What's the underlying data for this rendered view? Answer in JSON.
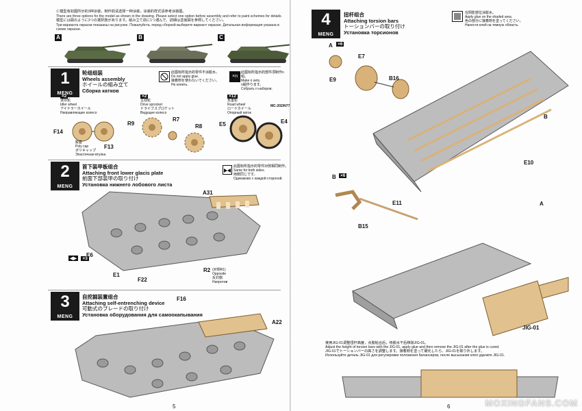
{
  "intro": {
    "cn": "Ⓒ模型有如图所示的3种涂装，制作前请选择一种涂装，涂装的样式请参考涂装图。",
    "en": "There are three options for the model as shown in the drawing. Please select one option before assembly and refer to paint schemes for details.",
    "jp": "模型には図のように3つの選択肢があります。組み立て前に1つ選んで、詳細は塗装図を参照してください。",
    "ru": "Три варианта окраски показаны на рисунке. Пожалуйста, перед сборкой выберите вариант окраски. Детальная информация указана в схеме окраски.",
    "variants": [
      "A",
      "B",
      "C"
    ]
  },
  "steps": {
    "s1": {
      "number": "1",
      "brand": "MENG",
      "cn": "轮组组装",
      "en": "Wheels assembly",
      "jp": "ホイールの組み立て",
      "ru": "Сборка катков",
      "info1": {
        "cn": "此图标所指示的零件不涂胶水。",
        "en": "Do not apply glue.",
        "jp": "接着剤を使わないでください。",
        "ru": "Не клеить."
      },
      "info2": {
        "cn": "此图标所指示的部件须制作n组。",
        "en": "Make n sets.",
        "jp": "n組作ります。",
        "ru": "Собрать n наборов."
      },
      "idler": {
        "qty": "×2",
        "cn": "诱导轮",
        "en": "Idler wheel",
        "jp": "アイドラーホイール",
        "ru": "Направляющее колесо"
      },
      "drive": {
        "qty": "×2",
        "cn": "主动轮",
        "en": "Drive sprocket",
        "jp": "ドライブスプロケット",
        "ru": "Ведущее колесо"
      },
      "road": {
        "qty": "×12",
        "cn": "负重轮",
        "en": "Road wheel",
        "jp": "ロードホイール",
        "ru": "Опорный каток"
      },
      "paint_code": "MC-202/N77",
      "parts": [
        "F14",
        "F13",
        "R9",
        "R7",
        "R8",
        "E5",
        "E4"
      ],
      "polycap": {
        "cn": "胶套",
        "en": "Poly cap",
        "jp": "ポリキャップ",
        "ru": "Эластичная втулка"
      }
    },
    "s2": {
      "number": "2",
      "brand": "MENG",
      "cn": "首下装甲板组合",
      "en": "Attaching front lower glacis plate",
      "jp": "前面下部装甲の取り付け",
      "ru": "Установка нижнего лобового листа",
      "info": {
        "cn": "此图标所指示的零件对侧相同制作。",
        "en": "Same for both sides.",
        "jp": "両側同じです。",
        "ru": "Одинаково с каждой стороной."
      },
      "parts": [
        "A31",
        "E6",
        "E1",
        "F22",
        "R2"
      ],
      "e6_qty": "×3",
      "r2_note": {
        "cn": "(对侧R1)",
        "en": "Opposite",
        "jp": "反対側",
        "ru": "Напротив",
        "part": "R1"
      }
    },
    "s3": {
      "number": "3",
      "brand": "MENG",
      "cn": "自挖掘装置组合",
      "en": "Attaching self-entrenching device",
      "jp": "可動式のブレードの取り付け",
      "ru": "Установка оборудования для самоокапывания",
      "parts": [
        "F16",
        "A22"
      ]
    },
    "s4": {
      "number": "4",
      "brand": "MENG",
      "cn": "扭杆组合",
      "en": "Attaching torsion bars",
      "jp": "トーションバーの取り付け",
      "ru": "Установка торсионов",
      "info": {
        "cn": "在阴影部位涂胶水。",
        "en": "Apply glue on the shaded area.",
        "jp": "色の部分に接着剤を塗ってください。",
        "ru": "Нанести клей на темную область."
      },
      "a_qty": "×6",
      "b_qty": "×6",
      "parts": [
        "A",
        "E7",
        "E9",
        "B16",
        "E10",
        "B",
        "E11",
        "B15",
        "JIG-01"
      ],
      "jig_note": {
        "cn": "使用JIG-01调整扭杆高度，点胶粘合后，待胶水干后移除JIG-01。",
        "en": "Adjust the height of torsion bars with the JIG-01, apply glue and then remove the JIG-01 after the glue is cured.",
        "jp": "JIG-01でトーションバーの高さを調整します。接着剤を塗って硬化したら、JIG-01を取り外します。",
        "ru": "Используйте деталь JIG-01 для регулировки положения балансиров, после высыхания клея удалите JIG-01."
      }
    }
  },
  "page_numbers": {
    "left": "5",
    "right": "6"
  },
  "watermark": "MOXINGFANS.COM",
  "colors": {
    "hull": "#b9b9b9",
    "tan": "#d9b27a",
    "black": "#1a1a1a"
  }
}
